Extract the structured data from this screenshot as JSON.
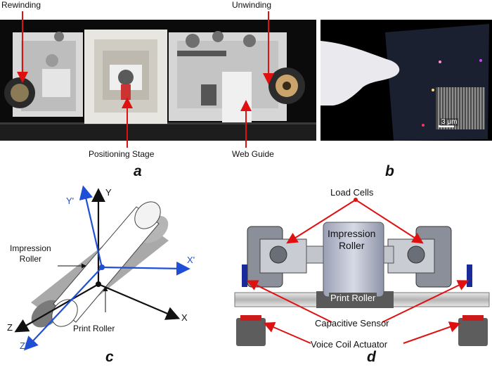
{
  "panel_a": {
    "letter": "a",
    "rewinding": "Rewinding",
    "unwinding": "Unwinding",
    "positioning_stage": "Positioning Stage",
    "web_guide": "Web Guide"
  },
  "panel_b": {
    "letter": "b",
    "scale_bar": "3 μm"
  },
  "panel_c": {
    "letter": "c",
    "axis_y": "Y",
    "axis_y_prime": "Y'",
    "axis_x": "X",
    "axis_x_prime": "X'",
    "axis_z": "Z",
    "axis_z_prime": "Z'",
    "impression_roller": "Impression\nRoller",
    "print_roller": "Print Roller"
  },
  "panel_d": {
    "letter": "d",
    "load_cells": "Load Cells",
    "impression_roller": "Impression\nRoller",
    "print_roller": "Print Roller",
    "capacitive_sensor": "Capacitive Sensor",
    "voice_coil_actuator": "Voice Coil Actuator"
  },
  "colors": {
    "arrow_red": "#e01010",
    "axis_blue": "#1f4fd6",
    "axis_black": "#111111"
  }
}
